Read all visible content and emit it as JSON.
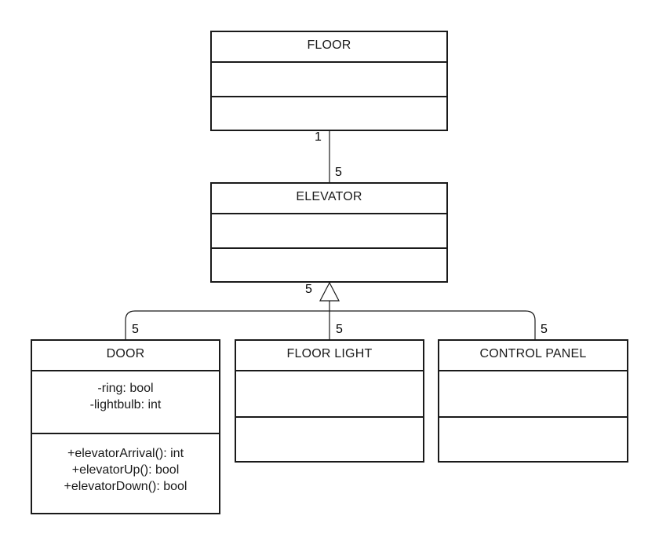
{
  "classes": {
    "floor": {
      "name": "FLOOR",
      "attributes": [],
      "operations": []
    },
    "elevator": {
      "name": "ELEVATOR",
      "attributes": [],
      "operations": []
    },
    "door": {
      "name": "DOOR",
      "attributes": [
        "-ring: bool",
        "-lightbulb: int"
      ],
      "operations": [
        "+elevatorArrival(): int",
        "+elevatorUp(): bool",
        "+elevatorDown(): bool"
      ]
    },
    "floor_light": {
      "name": "FLOOR LIGHT",
      "attributes": [],
      "operations": []
    },
    "control_panel": {
      "name": "CONTROL PANEL",
      "attributes": [],
      "operations": []
    }
  },
  "multiplicities": {
    "floor_end": "1",
    "elevator_end": "5",
    "elevator_generalization": "5",
    "door_end": "5",
    "floor_light_end": "5",
    "control_panel_end": "5"
  },
  "colors": {
    "line": "#1a1a1a",
    "background": "#ffffff"
  }
}
